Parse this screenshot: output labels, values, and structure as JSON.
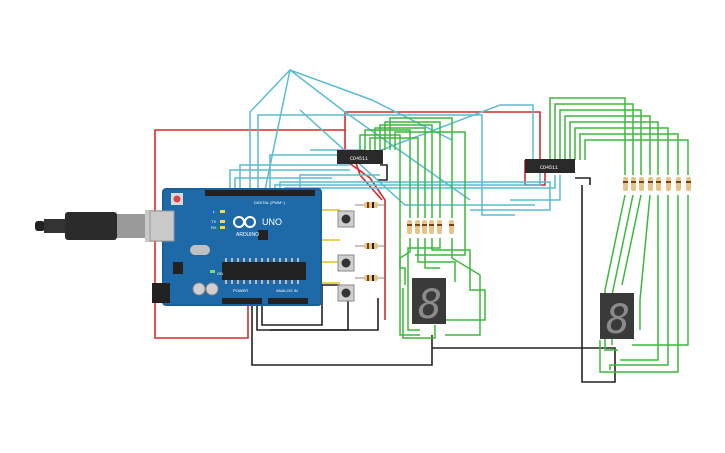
{
  "arduino": {
    "logo_text": "ARDUINO",
    "model_text": "UNO",
    "digital_label": "DIGITAL (PWM~)",
    "power_label": "POWER",
    "analog_label": "ANALOG IN",
    "on_label": "ON",
    "tx_label": "TX",
    "rx_label": "RX",
    "l_label": "L"
  },
  "chips": {
    "chip1_label": "CD4511",
    "chip2_label": "CD4511"
  },
  "displays": {
    "display1_digit": "8",
    "display2_digit": "8"
  },
  "colors": {
    "board": "#1e6aa8",
    "wire_red": "#d62b2b",
    "wire_black": "#222222",
    "wire_cyan": "#5bbcd0",
    "wire_green": "#3cb93c",
    "wire_yellow": "#e0c21a",
    "display_body": "#3a3a3a",
    "chip_body": "#2a2a2a"
  }
}
